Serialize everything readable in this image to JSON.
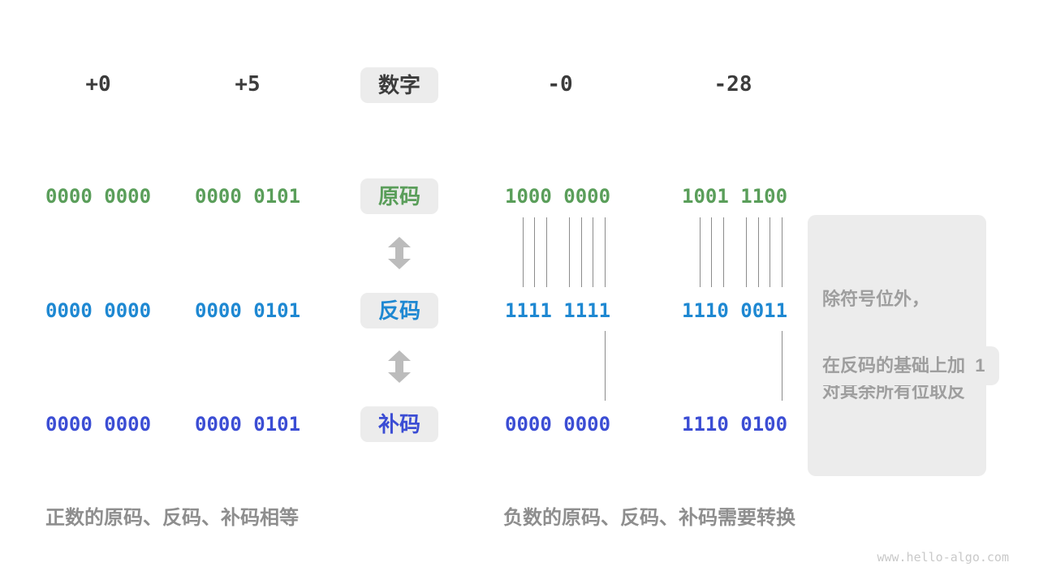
{
  "header": {
    "row_label": "数字",
    "numbers": [
      "+0",
      "+5",
      "-0",
      "-28"
    ]
  },
  "rows": [
    {
      "id": "sign-magnitude",
      "label": "原码",
      "color": "#5a9e5a",
      "values": [
        "0000 0000",
        "0000 0101",
        "1000 0000",
        "1001 1100"
      ]
    },
    {
      "id": "ones-complement",
      "label": "反码",
      "color": "#1e88d2",
      "values": [
        "0000 0000",
        "0000 0101",
        "1111 1111",
        "1110 0011"
      ]
    },
    {
      "id": "twos-complement",
      "label": "补码",
      "color": "#3b4dd4",
      "values": [
        "0000 0000",
        "0000 0101",
        "0000 0000",
        "1110 0100"
      ]
    }
  ],
  "notes": [
    {
      "lines": [
        "除符号位外，",
        "对其余所有位取反"
      ]
    },
    {
      "lines": [
        "在反码的基础上加  1"
      ]
    }
  ],
  "captions": {
    "left": "正数的原码、反码、补码相等",
    "right": "负数的原码、反码、补码需要转换"
  },
  "watermark": {
    "text": "www.hello-algo.com"
  },
  "colors": {
    "header_text": "#3c3c3c",
    "sign_magnitude": "#5a9e5a",
    "ones_complement": "#1e88d2",
    "twos_complement": "#3b4dd4",
    "label_box_bg": "#ececec",
    "note_text": "#9e9e9e",
    "caption_text": "#8e8e8e",
    "connector_line": "#8c8c8c",
    "arrow": "#bcbcbc",
    "watermark": "#c9c9c9"
  }
}
